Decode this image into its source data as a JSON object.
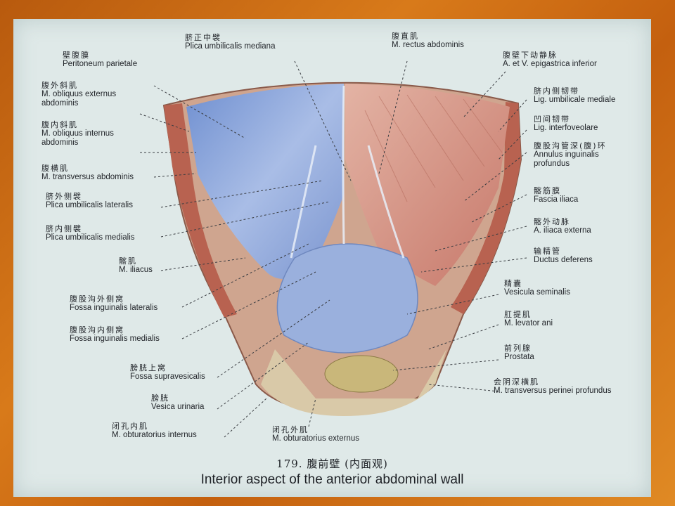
{
  "colors": {
    "slide_background": "#c9680f",
    "plate": "#dfe9e8",
    "peritoneum_blue": "#8fa8d8",
    "muscle_red": "#c98a7a",
    "bone": "#d8d4b8",
    "text": "#23262b"
  },
  "labels": {
    "plica_mediana": {
      "zh": "脐正中襞",
      "la": "Plica umbilicalis mediana"
    },
    "rectus": {
      "zh": "腹直肌",
      "la": "M. rectus abdominis"
    },
    "peritoneum": {
      "zh": "壁腹膜",
      "la": "Peritoneum parietale"
    },
    "epigastrica": {
      "zh": "腹壁下动静脉",
      "la": "A. et V. epigastrica inferior"
    },
    "obliquus_ext": {
      "zh": "腹外斜肌",
      "la": "M. obliquus externus",
      "la2": "abdominis"
    },
    "lig_medial": {
      "zh": "脐内侧韧带",
      "la": "Lig. umbilicale mediale"
    },
    "interfoveolare": {
      "zh": "凹间韧带",
      "la": "Lig. interfoveolare"
    },
    "obliquus_int": {
      "zh": "腹内斜肌",
      "la": "M. obliquus internus",
      "la2": "abdominis"
    },
    "annulus": {
      "zh": "腹股沟管深(腹)环",
      "la": "Annulus inguinalis",
      "la2": "profundus"
    },
    "transversus": {
      "zh": "腹横肌",
      "la": "M. transversus abdominis"
    },
    "plica_lateralis": {
      "zh": "脐外侧襞",
      "la": "Plica umbilicalis lateralis"
    },
    "fascia_iliaca": {
      "zh": "髂筋膜",
      "la": "Fascia iliaca"
    },
    "plica_medialis": {
      "zh": "脐内侧襞",
      "la": "Plica umbilicalis medialis"
    },
    "iliaca_externa": {
      "zh": "髂外动脉",
      "la": "A. iliaca externa"
    },
    "iliacus": {
      "zh": "髂肌",
      "la": "M. iliacus"
    },
    "ductus": {
      "zh": "输精管",
      "la": "Ductus deferens"
    },
    "vesicula": {
      "zh": "精囊",
      "la": "Vesicula seminalis"
    },
    "fossa_lat": {
      "zh": "腹股沟外侧窝",
      "la": "Fossa inguinalis lateralis"
    },
    "levator": {
      "zh": "肛提肌",
      "la": "M. levator ani"
    },
    "fossa_med": {
      "zh": "腹股沟内侧窝",
      "la": "Fossa inguinalis medialis"
    },
    "prostata": {
      "zh": "前列腺",
      "la": "Prostata"
    },
    "fossa_supra": {
      "zh": "膀胱上窝",
      "la": "Fossa supravesicalis"
    },
    "perinei": {
      "zh": "会阴深横肌",
      "la": "M. transversus perinei profundus"
    },
    "vesica": {
      "zh": "膀胱",
      "la": "Vesica urinaria"
    },
    "obt_int": {
      "zh": "闭孔内肌",
      "la": "M. obturatorius internus"
    },
    "obt_ext": {
      "zh": "闭孔外肌",
      "la": "M. obturatorius externus"
    }
  },
  "caption": {
    "zh": "179. 腹前壁 (内面观)",
    "en": "Interior aspect of the anterior abdominal wall"
  }
}
